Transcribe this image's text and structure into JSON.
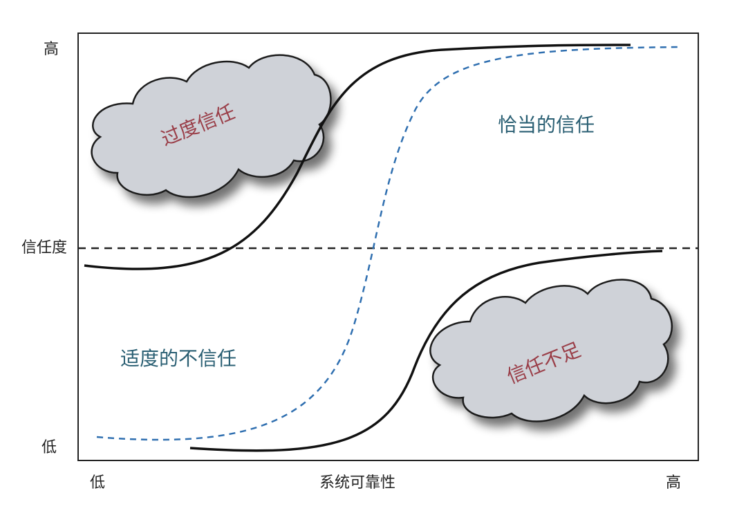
{
  "axes": {
    "y_high": "高",
    "y_mid": "信任度",
    "y_low": "低",
    "x_low": "低",
    "x_title": "系统可靠性",
    "x_high": "高"
  },
  "regions": {
    "overtrust": "过度信任",
    "appropriate_trust": "恰当的信任",
    "appropriate_distrust": "适度的不信任",
    "undertrust": "信任不足"
  },
  "colors": {
    "cloud_fill": "#cfd2d8",
    "cloud_label": "#9a3e48",
    "region_label": "#2a5f73",
    "curve": "#111111",
    "dashed_curve": "#2f6fb0",
    "threshold_line": "#222222"
  }
}
